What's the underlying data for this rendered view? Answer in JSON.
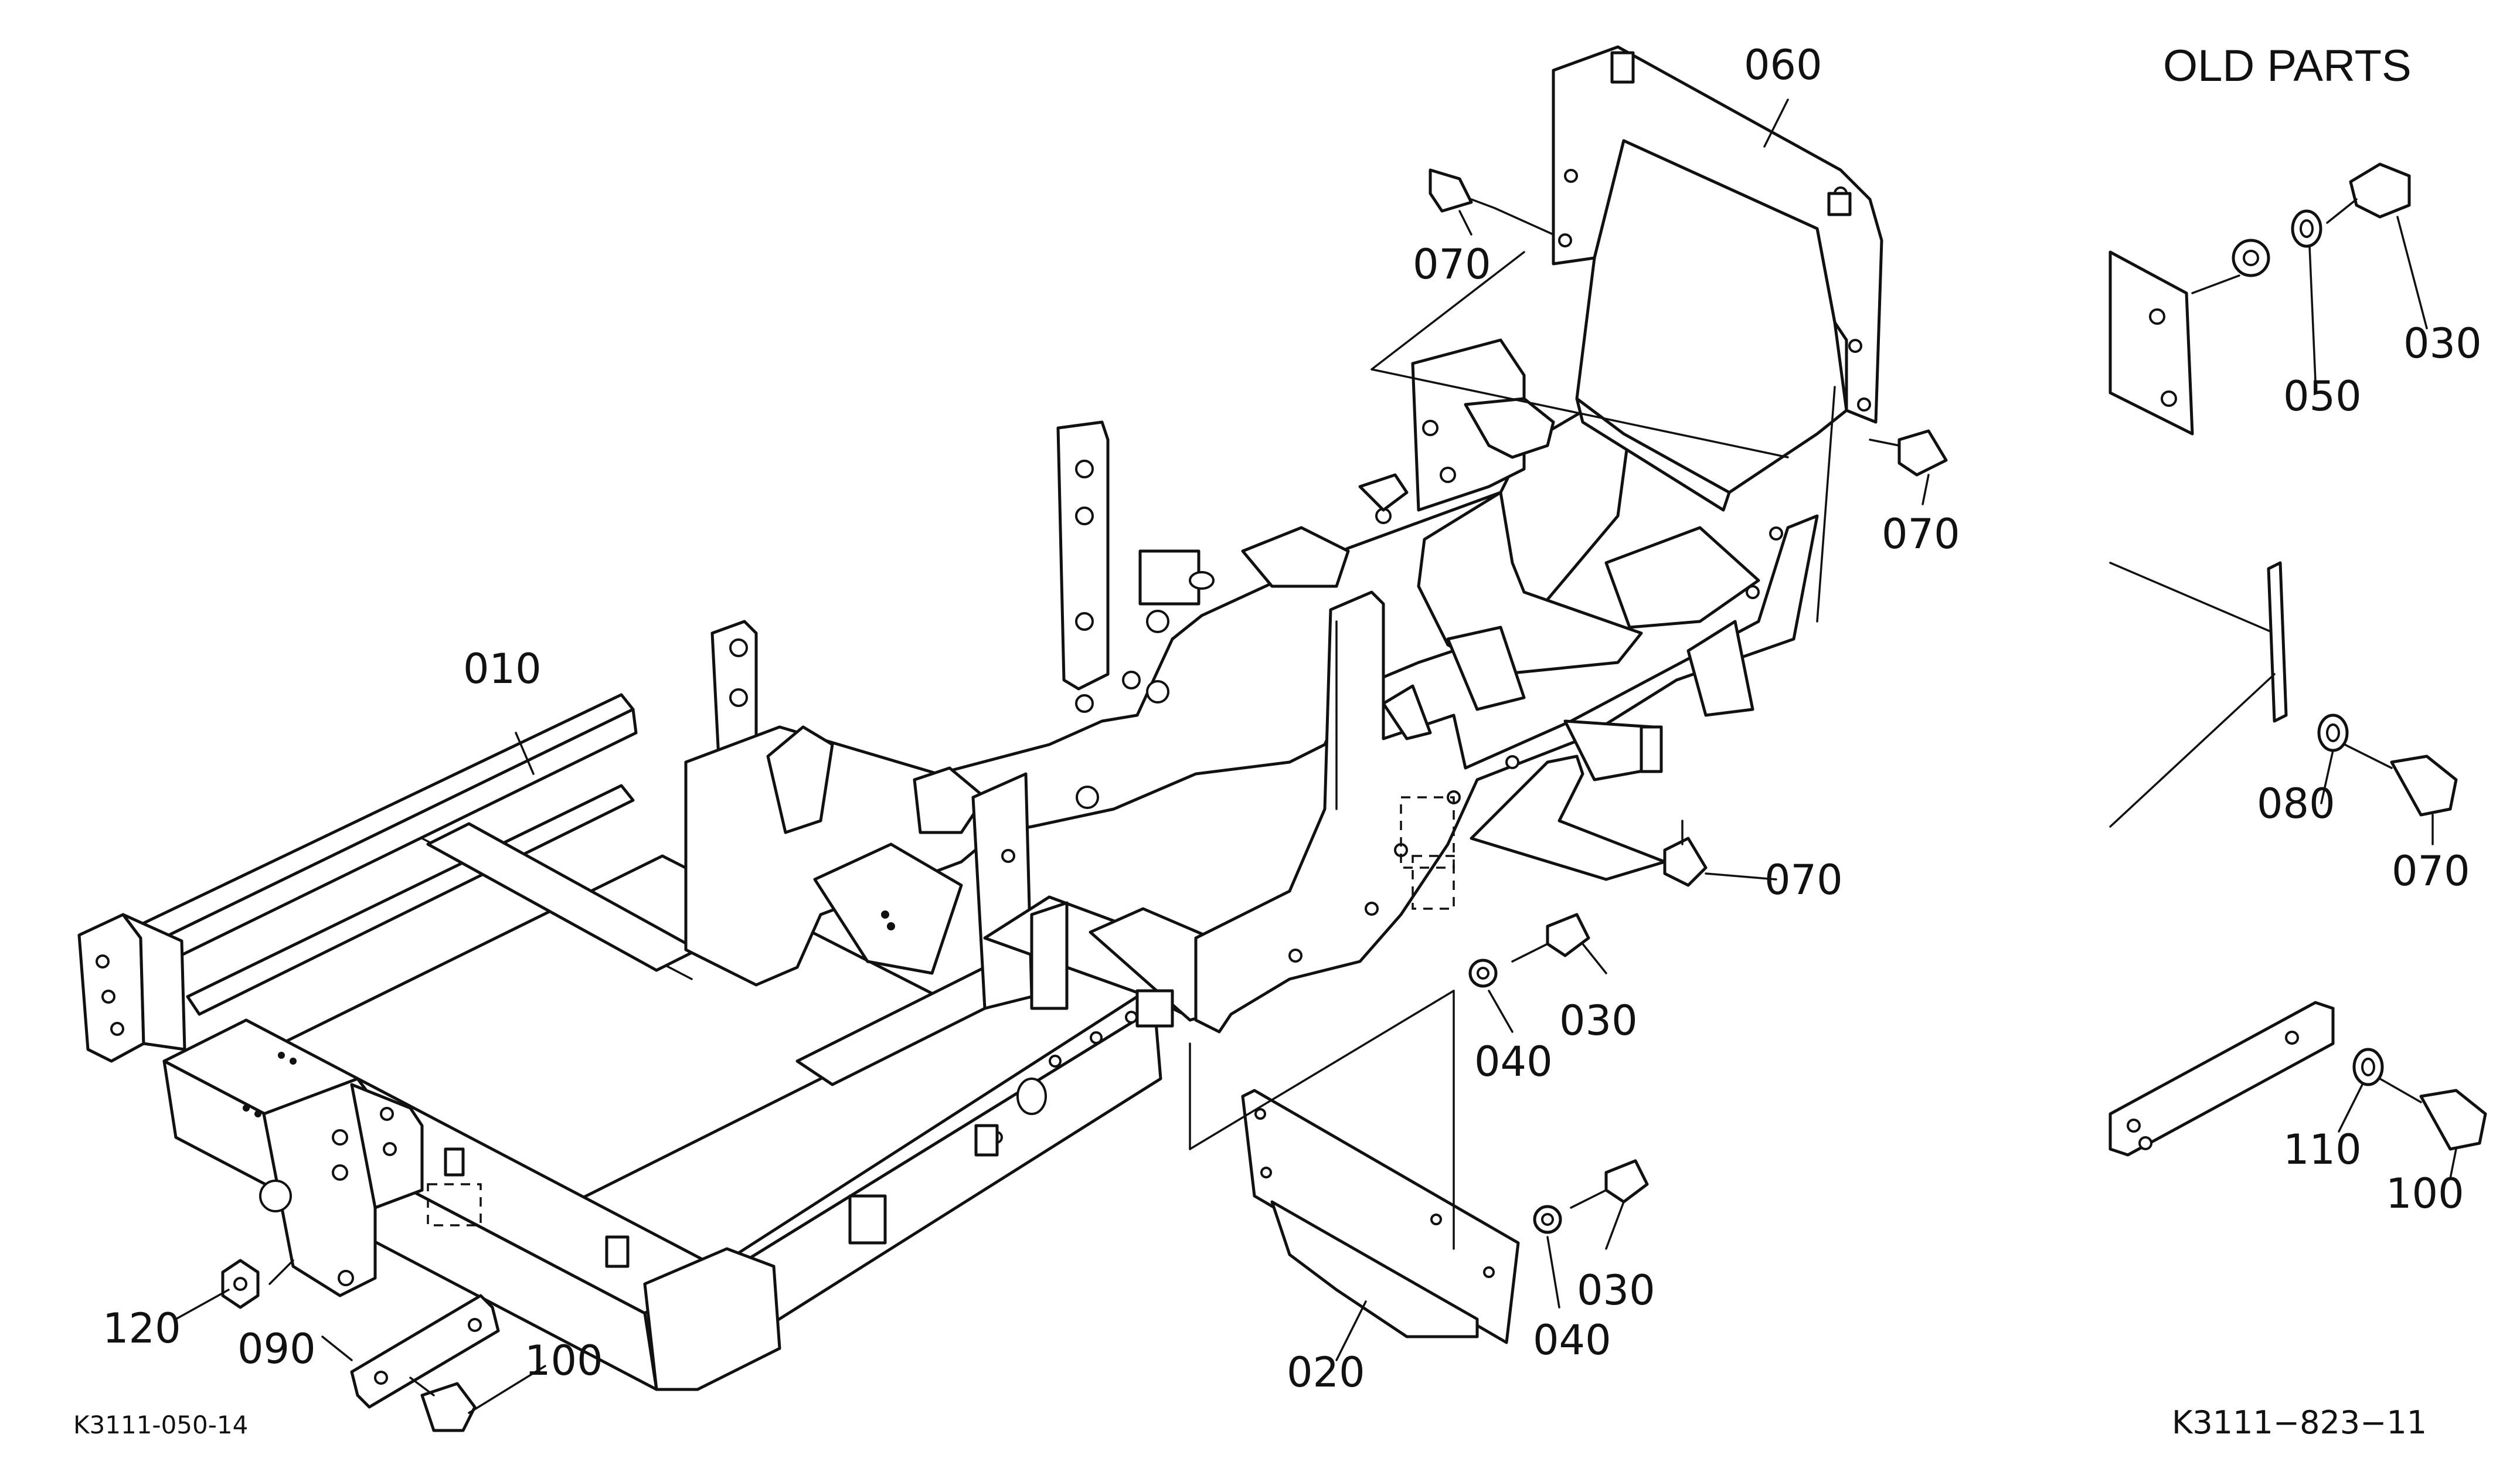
{
  "header": {
    "old_parts_title": "OLD PARTS"
  },
  "callouts": {
    "c010": "010",
    "c020": "020",
    "c030a": "030",
    "c030b": "030",
    "c030c": "030",
    "c040a": "040",
    "c040b": "040",
    "c050": "050",
    "c060": "060",
    "c070a": "070",
    "c070b": "070",
    "c070c": "070",
    "c070d": "070",
    "c080": "080",
    "c090": "090",
    "c100a": "100",
    "c100b": "100",
    "c110": "110",
    "c120": "120"
  },
  "figure_codes": {
    "main": "K3111-050-14",
    "old_parts": "K3111−823−11"
  }
}
